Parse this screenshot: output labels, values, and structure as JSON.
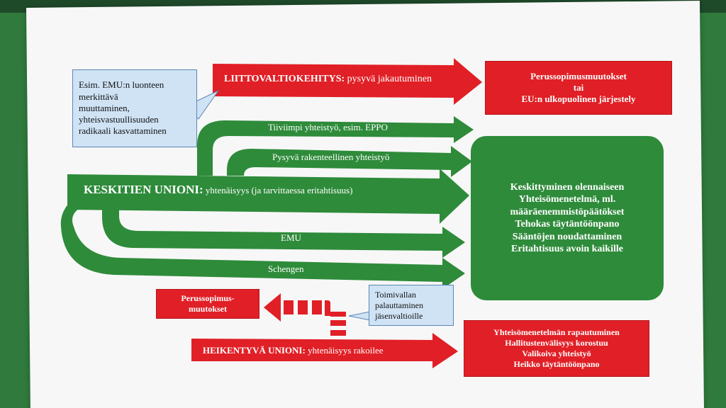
{
  "colors": {
    "green": "#2e8b3a",
    "red": "#e11f26",
    "blue_bg": "#cfe3f5",
    "poster": "#f7f7f7"
  },
  "top_arrow": {
    "label_bold": "LIITTOVALTIOKEHITYS:",
    "label_rest": " pysyvä jakautuminen"
  },
  "top_box": {
    "lines": [
      "Perussopimusmuutokset",
      "tai",
      "EU:n ulkopuolinen järjestely"
    ]
  },
  "callout_top": {
    "lines": [
      "Esim. EMU:n luonteen",
      "merkittävä",
      "muuttaminen,",
      "yhteisvastuullisuuden",
      "radikaali kasvattaminen"
    ]
  },
  "branches": {
    "b1": "Tiiviimpi yhteistyö, esim. EPPO",
    "b2": "Pysyvä rakenteellinen yhteistyö",
    "emu": "EMU",
    "schengen": "Schengen"
  },
  "main_arrow": {
    "label_bold": "KESKITIEN UNIONI:",
    "label_rest": " yhtenäisyys (ja tarvittaessa eritahtisuus)"
  },
  "main_box": {
    "lines": [
      "Keskittyminen olennaiseen",
      "Yhteisömenetelmä, ml.",
      "määräenemmistöpäätökset",
      "Tehokas täytäntöönpano",
      "Sääntöjen noudattaminen",
      "Eritahtisuus avoin kaikille"
    ]
  },
  "small_box": {
    "lines": [
      "Perussopimus-",
      "muutokset"
    ]
  },
  "callout_bottom": {
    "lines": [
      "Toimivallan",
      "palauttaminen",
      "jäsenvaltioille"
    ]
  },
  "bottom_arrow": {
    "label_bold": "HEIKENTYVÄ UNIONI:",
    "label_rest": " yhtenäisyys rakoilee"
  },
  "bottom_box": {
    "lines": [
      "Yhteisömenetelmän rapautuminen",
      "Hallitustenvälisyys korostuu",
      "Valikoiva yhteistyö",
      "Heikko täytäntöönpano"
    ]
  }
}
